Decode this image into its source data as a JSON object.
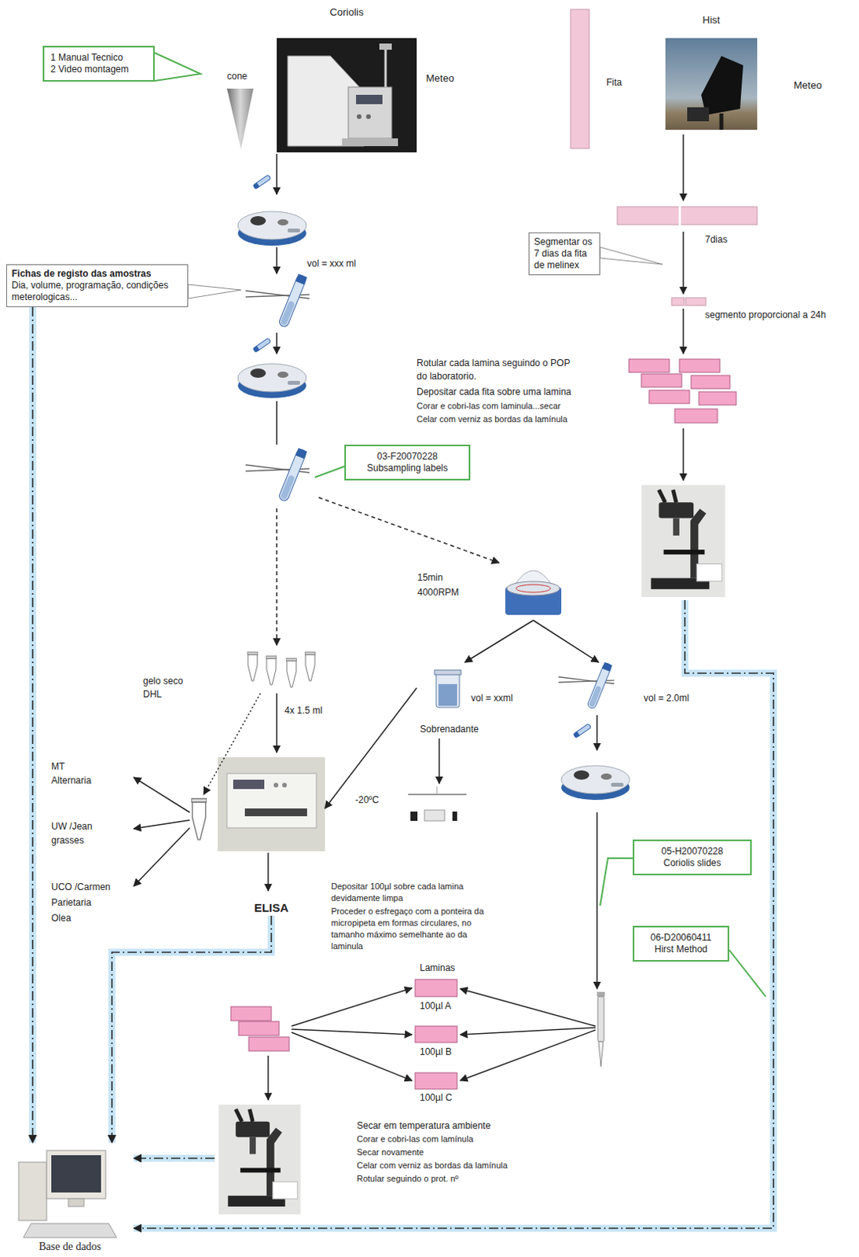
{
  "diagram": {
    "nodes": [
      {
        "text": [
          "Coriolis"
        ]
      },
      {
        "text": [
          "1 Manual Tecnico",
          "2 Video montagem"
        ]
      },
      {
        "text": [
          "Hist"
        ]
      },
      {
        "text": [
          "Segmentar os 7 dias da fita de melinex"
        ]
      },
      {
        "text": [
          "Fichas de registo das amostras",
          "Dia, volume, programação, condições meterologicas..."
        ]
      },
      {
        "text": [
          "03-F20070228",
          "Subsampling labels"
        ]
      },
      {
        "text": [
          "Sobrenadante"
        ]
      },
      {
        "text": [
          "ELISA"
        ]
      },
      {
        "text": [
          "05-H20070228",
          "Coriolis slides"
        ]
      },
      {
        "text": [
          "06-D20060411",
          "Hirst Method"
        ]
      },
      {
        "text": [
          "Base de dados"
        ]
      }
    ],
    "edges": [
      {
        "from": 6,
        "to": 7,
        "arrow": "to"
      },
      {
        "from": 4,
        "to": 10,
        "arrow": "to"
      },
      {
        "from": 7,
        "to": 10,
        "arrow": "to"
      }
    ],
    "labels": [
      "Meteo",
      "cone",
      "Fita",
      "Meteo",
      "vol = xxx ml",
      "7dias",
      "segmento proporcional a 24h",
      "Rotular cada lamina seguindo o POP do laboratorio.",
      "Depositar cada fita sobre uma lamina",
      "Corar e cobri-las com laminula...secar",
      "Celar com verniz as bordas da lamínula",
      "15min",
      "4000RPM",
      "gelo seco DHL",
      "4x 1.5 ml",
      "vol = xxml",
      "vol = 2.0ml",
      "MT Alternaria",
      "UW /Jean grasses",
      "UCO /Carmen Parietaria Olea",
      "-20ºC",
      "Depositar 100µl sobre cada lamina devidamente limpa",
      "Proceder o esfregaço com a ponteira da micropipeta em formas circulares, no tamanho máximo semelhante ao da laminula",
      "Laminas",
      "100µl A",
      "100µl B",
      "100µl C",
      "Secar em temperatura ambiente",
      "Corar e cobri-las com lamínula",
      "Secar novamente",
      "Celar com verniz as bordas da lamínula",
      "Rotular seguindo o prot. nº"
    ]
  }
}
